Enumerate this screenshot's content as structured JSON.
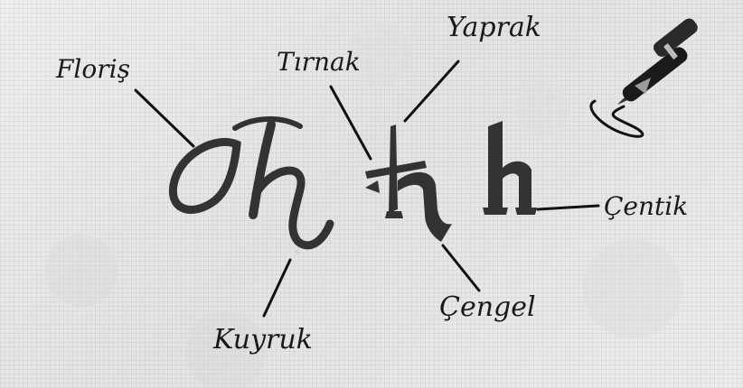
{
  "labels": {
    "floris": "Floriş",
    "tirnak": "Tırnak",
    "yaprak": "Yaprak",
    "centik": "Çentik",
    "cengel": "Çengel",
    "kuyruk": "Kuyruk"
  },
  "glyphs": {
    "script_h": "𝒽",
    "fraktur_h": "𝔥",
    "blackletter_h": "h"
  },
  "icons": [
    "fountain-pen-icon"
  ],
  "colors": {
    "background": "#e8e8e8",
    "glyph": "#333333",
    "label": "#1a1a1a"
  }
}
